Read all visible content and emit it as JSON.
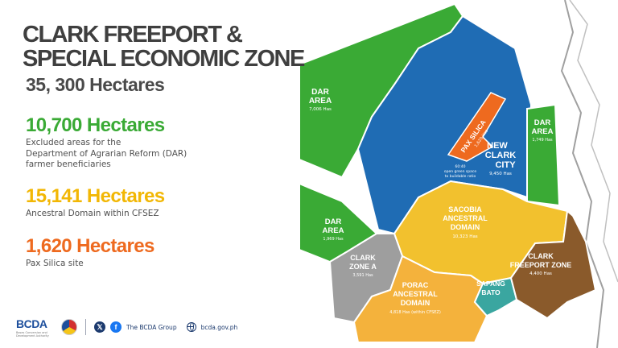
{
  "header": {
    "title_line1": "CLARK FREEPORT &",
    "title_line2": "SPECIAL ECONOMIC ZONE",
    "total_area": "35, 300 Hectares"
  },
  "stats": [
    {
      "value": "10,700 Hectares",
      "color": "#3aaa35",
      "desc_lines": [
        "Excluded areas for the",
        "Department of Agrarian Reform (DAR)",
        "farmer beneficiaries"
      ]
    },
    {
      "value": "15,141 Hectares",
      "color": "#f2b705",
      "desc_lines": [
        "Ancestral Domain within CFSEZ"
      ]
    },
    {
      "value": "1,620 Hectares",
      "color": "#ee6a1f",
      "desc_lines": [
        "Pax Silica site"
      ]
    }
  ],
  "regions": {
    "dar_north": {
      "name1": "DAR",
      "name2": "AREA",
      "area": "7,006 Has",
      "color": "#3aaa35"
    },
    "dar_east": {
      "name1": "DAR",
      "name2": "AREA",
      "area": "1,749 Has",
      "color": "#3aaa35"
    },
    "dar_west": {
      "name1": "DAR",
      "name2": "AREA",
      "area": "1,969 Has",
      "color": "#3aaa35"
    },
    "new_clark_city": {
      "name1": "NEW",
      "name2": "CLARK",
      "name3": "CITY",
      "area": "9,450 Has",
      "color": "#1f6cb4"
    },
    "pax_silica": {
      "name": "PAX SILICA",
      "area": "1,620 Has",
      "note1": "60:40",
      "note2": "open green space",
      "note3": "to buildable ratio",
      "color": "#ee6a1f"
    },
    "sacobia": {
      "name1": "SACOBIA",
      "name2": "ANCESTRAL",
      "name3": "DOMAIN",
      "area": "10,323 Has",
      "color": "#f2c12e"
    },
    "clark_zone_a": {
      "name1": "CLARK",
      "name2": "ZONE A",
      "area": "3,591 Has",
      "color": "#9e9e9e"
    },
    "porac": {
      "name1": "PORAC",
      "name2": "ANCESTRAL",
      "name3": "DOMAIN",
      "area": "4,818 Has (within CFSEZ)",
      "color": "#f4b23c"
    },
    "sapang_bato": {
      "name1": "SAPANG",
      "name2": "BATO",
      "color": "#3aa6a0"
    },
    "clark_freeport_zone": {
      "name1": "CLARK",
      "name2": "FREEPORT ZONE",
      "area": "4,400 Has",
      "color": "#8a5a2b"
    }
  },
  "footer": {
    "org": "BCDA",
    "org_sub": "Bases Conversion and Development Authority",
    "social_icons": [
      "x-icon",
      "facebook-icon"
    ],
    "handle": "The BCDA Group",
    "website": "bcda.gov.ph"
  }
}
